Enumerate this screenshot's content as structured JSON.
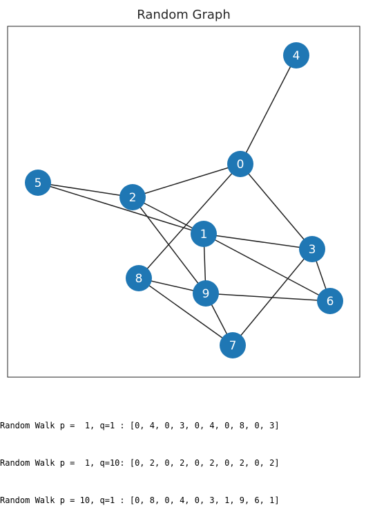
{
  "figure": {
    "title": "Random Graph",
    "node_color": "#1f77b4",
    "edge_color": "#222222",
    "frame_color": "#222222",
    "label_color": "#ffffff"
  },
  "graph": {
    "nodes": [
      {
        "id": "0",
        "label": "0"
      },
      {
        "id": "1",
        "label": "1"
      },
      {
        "id": "2",
        "label": "2"
      },
      {
        "id": "3",
        "label": "3"
      },
      {
        "id": "4",
        "label": "4"
      },
      {
        "id": "5",
        "label": "5"
      },
      {
        "id": "6",
        "label": "6"
      },
      {
        "id": "7",
        "label": "7"
      },
      {
        "id": "8",
        "label": "8"
      },
      {
        "id": "9",
        "label": "9"
      }
    ],
    "edges": [
      [
        "0",
        "4"
      ],
      [
        "0",
        "2"
      ],
      [
        "0",
        "3"
      ],
      [
        "0",
        "8"
      ],
      [
        "5",
        "2"
      ],
      [
        "5",
        "1"
      ],
      [
        "2",
        "1"
      ],
      [
        "2",
        "9"
      ],
      [
        "1",
        "3"
      ],
      [
        "1",
        "6"
      ],
      [
        "1",
        "9"
      ],
      [
        "3",
        "6"
      ],
      [
        "3",
        "7"
      ],
      [
        "8",
        "9"
      ],
      [
        "8",
        "7"
      ],
      [
        "9",
        "6"
      ],
      [
        "9",
        "7"
      ]
    ]
  },
  "output": {
    "lines": [
      "Random Walk p =  1, q=1 : [0, 4, 0, 3, 0, 4, 0, 8, 0, 3]",
      "Random Walk p =  1, q=10: [0, 2, 0, 2, 0, 2, 0, 2, 0, 2]",
      "Random Walk p = 10, q=1 : [0, 8, 0, 4, 0, 3, 1, 9, 6, 1]"
    ]
  }
}
